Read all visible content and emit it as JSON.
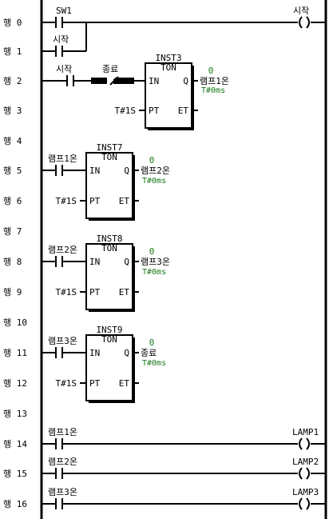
{
  "rows": [
    {
      "label": "행 0"
    },
    {
      "label": "행 1"
    },
    {
      "label": "행 2"
    },
    {
      "label": "행 3"
    },
    {
      "label": "행 4"
    },
    {
      "label": "행 5"
    },
    {
      "label": "행 6"
    },
    {
      "label": "행 7"
    },
    {
      "label": "행 8"
    },
    {
      "label": "행 9"
    },
    {
      "label": "행 10"
    },
    {
      "label": "행 11"
    },
    {
      "label": "행 12"
    },
    {
      "label": "행 13"
    },
    {
      "label": "행 14"
    },
    {
      "label": "행 15"
    },
    {
      "label": "행 16"
    }
  ],
  "contacts": {
    "sw1": "SW1",
    "start_latch": "시작",
    "start_r2": "시작",
    "stop_nc": "종료",
    "lamp1on_r5": "램프1온",
    "lamp2on_r8": "램프2온",
    "lamp3on_r11": "램프3온",
    "lamp1on_r14": "램프1온",
    "lamp2on_r15": "램프2온",
    "lamp3on_r16": "램프3온"
  },
  "coils": {
    "start": "시작",
    "lamp1": "LAMP1",
    "lamp2": "LAMP2",
    "lamp3": "LAMP3"
  },
  "timers": [
    {
      "instance": "INST3",
      "type": "TON",
      "in_label": "IN",
      "q_label": "Q",
      "pt_label": "PT",
      "et_label": "ET",
      "preset": "T#1S",
      "q_value": "0",
      "q_var": "램프1온",
      "et_value": "T#0ms"
    },
    {
      "instance": "INST7",
      "type": "TON",
      "in_label": "IN",
      "q_label": "Q",
      "pt_label": "PT",
      "et_label": "ET",
      "preset": "T#1S",
      "q_value": "0",
      "q_var": "램프2온",
      "et_value": "T#0ms"
    },
    {
      "instance": "INST8",
      "type": "TON",
      "in_label": "IN",
      "q_label": "Q",
      "pt_label": "PT",
      "et_label": "ET",
      "preset": "T#1S",
      "q_value": "0",
      "q_var": "램프3온",
      "et_value": "T#0ms"
    },
    {
      "instance": "INST9",
      "type": "TON",
      "in_label": "IN",
      "q_label": "Q",
      "pt_label": "PT",
      "et_label": "ET",
      "preset": "T#1S",
      "q_value": "0",
      "q_var": "종료",
      "et_value": "T#0ms"
    }
  ],
  "colors": {
    "wire": "#000000",
    "monitor_value": "#1a7a1a",
    "background": "#ffffff"
  }
}
